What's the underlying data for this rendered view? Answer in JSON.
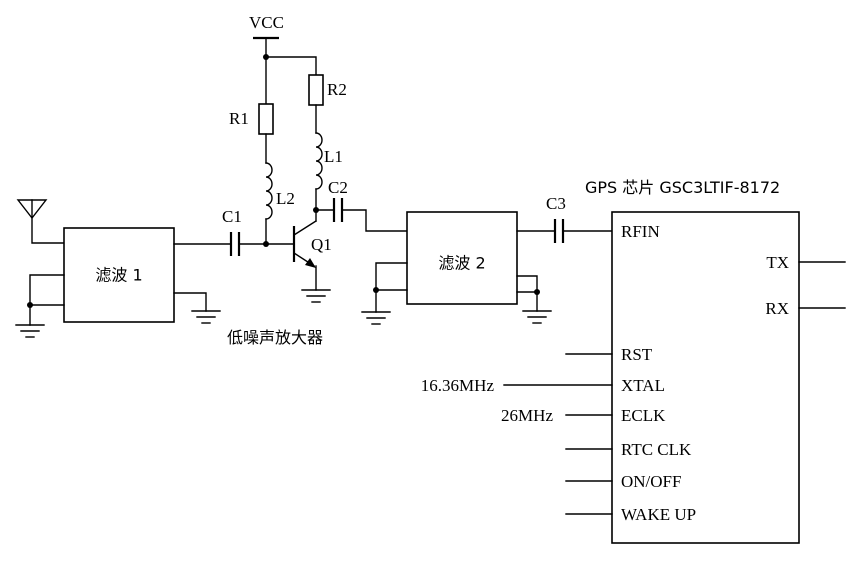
{
  "labels": {
    "vcc": "VCC",
    "r1": "R1",
    "r2": "R2",
    "l1": "L1",
    "l2": "L2",
    "c1": "C1",
    "c2": "C2",
    "c3": "C3",
    "q1": "Q1",
    "filter1": "滤波 1",
    "filter2": "滤波 2",
    "lna": "低噪声放大器",
    "chip_title": "GPS 芯片 GSC3LTIF-8172"
  },
  "chip": {
    "pins_left": [
      "RFIN",
      "RST",
      "XTAL",
      "ECLK",
      "RTC CLK",
      "ON/OFF",
      "WAKE UP"
    ],
    "pins_right": [
      "TX",
      "RX"
    ]
  },
  "signals": {
    "xtal_freq": "16.36MHz",
    "eclk_freq": "26MHz"
  }
}
